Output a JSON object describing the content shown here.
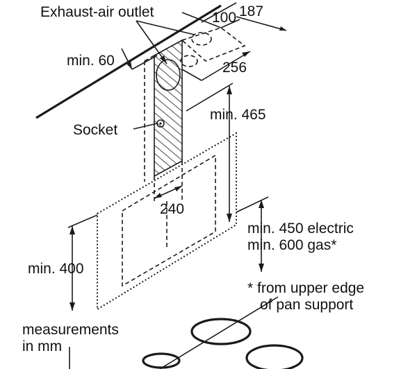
{
  "labels": {
    "exhaust_outlet": "Exhaust-air outlet",
    "dim_100": "100",
    "dim_187": "187",
    "dim_min60": "min. 60",
    "dim_256": "256",
    "socket": "Socket",
    "dim_min465": "min. 465",
    "dim_240": "240",
    "dim_min450_line1": "min. 450 electric",
    "dim_min450_line2": "min. 600 gas*",
    "dim_min400": "min. 400",
    "footnote_line1": "* from upper edge",
    "footnote_line2": "of pan support",
    "units_line1": "measurements",
    "units_line2": "in mm"
  }
}
